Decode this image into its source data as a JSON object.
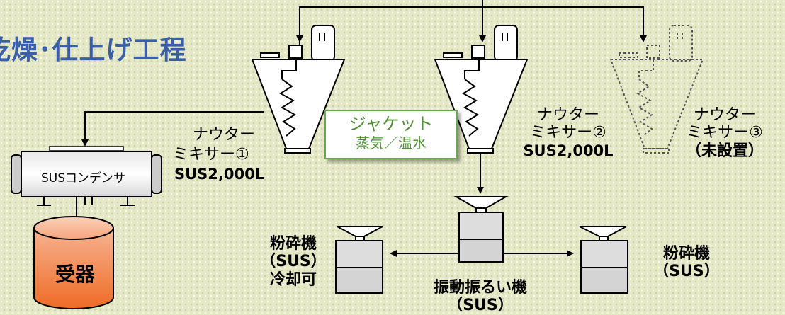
{
  "title": "乾燥･仕上げ工程",
  "jacket": {
    "line1": "ジャケット",
    "line2": "蒸気／温水"
  },
  "mixer1": {
    "line1": "ナウター",
    "line2": "ミキサー①",
    "line3": "SUS2,000L"
  },
  "mixer2": {
    "line1": "ナウター",
    "line2": "ミキサー②",
    "line3": "SUS2,000L"
  },
  "mixer3": {
    "line1": "ナウター",
    "line2": "ミキサー③",
    "line3": "（未設置）"
  },
  "condenser": {
    "label": "SUSコンデンサ"
  },
  "receiver": {
    "label": "受器"
  },
  "crusher_left": {
    "line1": "粉砕機",
    "line2": "（SUS）",
    "line3": "冷却可"
  },
  "crusher_right": {
    "line1": "粉砕機",
    "line2": "（SUS）"
  },
  "screen": {
    "line1": "振動振るい機",
    "line2": "（SUS）"
  },
  "colors": {
    "title": "#3a5fa8",
    "jacket": "#4f8f32",
    "receiver_top": "#f6ad88",
    "receiver_bottom": "#f26a22"
  }
}
